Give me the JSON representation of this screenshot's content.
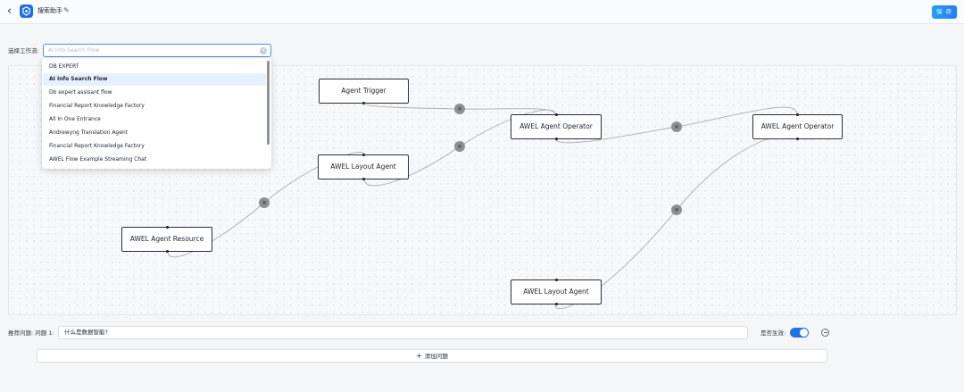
{
  "header": {
    "back_icon": "chevron-left-icon",
    "logo_icon": "app-logo-icon",
    "title": "搜索助手",
    "edit_icon": "pencil-icon",
    "save_label": "保 存"
  },
  "workflow": {
    "label": "选择工作流:",
    "placeholder": "AI Info Search Flow",
    "clear_icon": "clear-circle-icon",
    "options": [
      "DB EXPERT",
      "AI Info Search Flow",
      "Db expert assisant flow",
      "Financial Report Knowledge Factory",
      "All In One Entrance",
      "Andrewyng Translation Agent",
      "Financial Report Knowledge Factory",
      "AWEL Flow Example Streaming Chat"
    ],
    "selected_index": 1
  },
  "flow": {
    "nodes": [
      {
        "id": "agent-trigger",
        "label": "Agent Trigger"
      },
      {
        "id": "awel-agent-operator-1",
        "label": "AWEL Agent Operator"
      },
      {
        "id": "awel-agent-operator-2",
        "label": "AWEL Agent Operator"
      },
      {
        "id": "awel-layout-agent-1",
        "label": "AWEL Layout Agent"
      },
      {
        "id": "awel-agent-resource",
        "label": "AWEL Agent Resource"
      },
      {
        "id": "awel-layout-agent-2",
        "label": "AWEL Layout Agent"
      }
    ],
    "delete_glyph": "×"
  },
  "questions": {
    "label": "推荐问题:  问题 1:",
    "items": [
      {
        "value": "什么是数据智能?",
        "active_label": "是否生效:",
        "active": true
      }
    ],
    "remove_icon": "minus-circle-icon",
    "add_label": "添加问题",
    "add_icon": "plus-icon"
  },
  "colors": {
    "accent": "#1f6feb",
    "selected_option_bg": "#e6f1ff",
    "edge": "#a9acb1"
  }
}
